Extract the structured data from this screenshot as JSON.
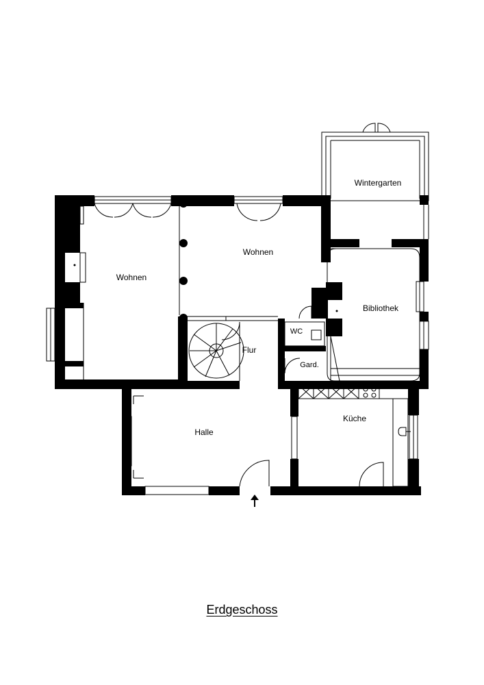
{
  "plan": {
    "title": "Erdgeschoss",
    "rooms": {
      "wintergarten": "Wintergarten",
      "wohnen_west": "Wohnen",
      "wohnen_mitte": "Wohnen",
      "bibliothek": "Bibliothek",
      "wc": "WC",
      "flur": "Flur",
      "garderobe": "Gard.",
      "halle": "Halle",
      "kueche": "Küche"
    }
  },
  "colors": {
    "wall": "#000000",
    "background": "#ffffff",
    "line": "#000000"
  },
  "icons": {
    "entrance": "arrow-up-icon"
  }
}
